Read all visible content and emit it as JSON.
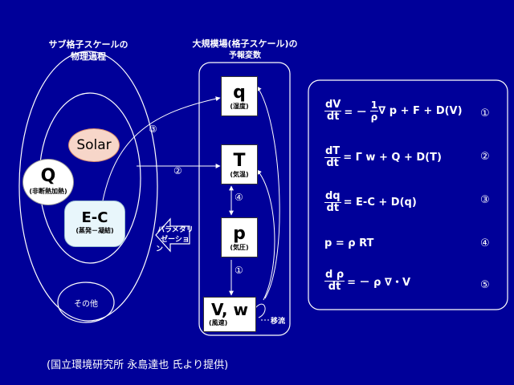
{
  "left_title": {
    "line1": "サブ格子スケールの",
    "line2": "物理過程"
  },
  "center_title": {
    "line1": "大規模場(格子スケール)の",
    "line2": "予報変数"
  },
  "left_items": {
    "solar": "Solar",
    "q_symbol": "Q",
    "q_sub": "(非断熱加熱)",
    "ec_symbol": "E-C",
    "ec_sub": "(蒸発－凝結)",
    "other": "その他"
  },
  "param_label": {
    "line1": "パラメタリ",
    "line2": "ゼーショ",
    "line3": "ン"
  },
  "variables": {
    "q": {
      "symbol": "q",
      "sub": "(湿度)"
    },
    "T": {
      "symbol": "T",
      "sub": "(気温)"
    },
    "p": {
      "symbol": "p",
      "sub": "(気圧)"
    },
    "V": {
      "symbol": "V, w",
      "sub": "(風速)"
    }
  },
  "advection_label": "移流",
  "markers": {
    "m1": "①",
    "m2": "②",
    "m3": "③",
    "m4": "④"
  },
  "equations": [
    {
      "lhs_num": "dV",
      "lhs_den": "dt",
      "coef_num": "1",
      "coef_den": "ρ",
      "pre": "= －",
      "rhs": "∇ p + F + D(V)",
      "num": "①"
    },
    {
      "lhs_num": "dT",
      "lhs_den": "dt",
      "rhs": "= Γ w + Q + D(T)",
      "num": "②"
    },
    {
      "lhs_num": "dq",
      "lhs_den": "dt",
      "rhs": "= E-C + D(q)",
      "num": "③"
    },
    {
      "plain": "p =  ρ RT",
      "num": "④"
    },
    {
      "lhs_num": "d ρ",
      "lhs_den": "dt",
      "rhs": "= －  ρ ∇・V",
      "num": "⑤"
    }
  ],
  "credit": "(国立環境研究所 永島達也 氏より提供)"
}
